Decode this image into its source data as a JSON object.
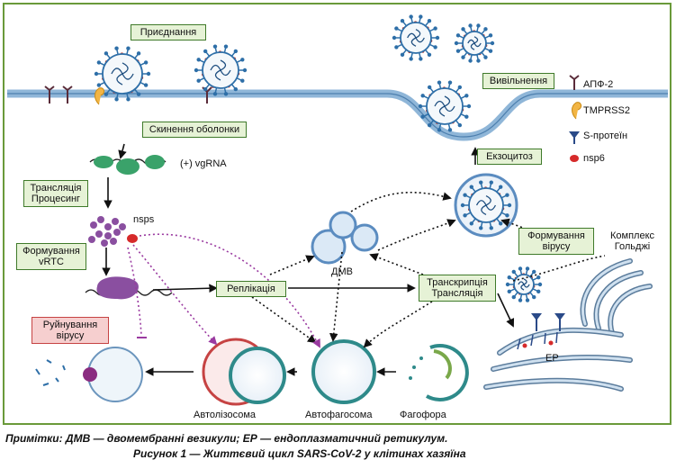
{
  "steps": {
    "attach": "Приєднання",
    "uncoat": "Скинення оболонки",
    "translate_1": "Трансляція",
    "translate_2": "Процесинг",
    "rtc_1": "Формування",
    "rtc_2": "vRTC",
    "replicate": "Реплікація",
    "transcribe_1": "Транскрипція",
    "transcribe_2": "Трансляція",
    "virus_form_1": "Формування",
    "virus_form_2": "вірусу",
    "exocytosis": "Екзоцитоз",
    "release": "Вивільнення",
    "destroy_1": "Руйнування",
    "destroy_2": "вірусу"
  },
  "labels": {
    "vgrna": "(+) vgRNA",
    "nsps": "nsps",
    "dmv": "ДМВ",
    "golgi_1": "Комплекс",
    "golgi_2": "Гольджі",
    "er": "ЕР",
    "autolysosome": "Автолізосома",
    "autophagosome": "Автофагосома",
    "phagophore": "Фагофора"
  },
  "legend": {
    "ace2": "АПФ-2",
    "tmprss2": "TMPRSS2",
    "spike": "S-протеїн",
    "nsp6": "nsp6"
  },
  "notes": "Примітки:  ДМВ — двомембранні везикули; ЕР — ендоплазматичний ретикулум.",
  "caption": "Рисунок 1 — Життєвий цикл SARS-CoV-2 у клітинах хазяїна",
  "colors": {
    "box_fill": "#e6f2d6",
    "box_border": "#3f7a2a",
    "red_box_fill": "#f6cfcf",
    "frame": "#6a9a3a",
    "virus_blue": "#2e6fa8",
    "nsp_purple": "#8a4fa0",
    "nsp6_red": "#d62a2a"
  }
}
